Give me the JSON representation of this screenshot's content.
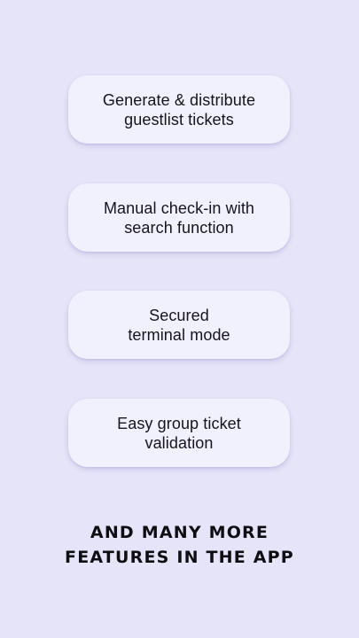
{
  "features": [
    {
      "label": "Generate & distribute\nguestlist tickets"
    },
    {
      "label": "Manual check-in with\nsearch function"
    },
    {
      "label": "Secured\nterminal mode"
    },
    {
      "label": "Easy group ticket\nvalidation"
    }
  ],
  "footer": {
    "text": "AND MANY MORE\nFEATURES IN THE APP"
  },
  "colors": {
    "background": "#e6e4f8",
    "card": "#f1f0fd",
    "text": "#15151a"
  }
}
